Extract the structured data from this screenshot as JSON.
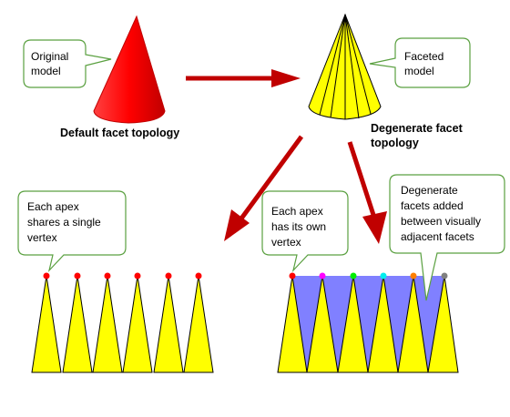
{
  "colors": {
    "red_cone": "#ff0000",
    "yellow": "#ffff00",
    "outline": "#000000",
    "arrow": "#c00000",
    "callout_border": "#5aa040",
    "degenerate_fill": "#8080ff",
    "vertex_dot_default": "#ff0000",
    "vertex_dots_degenerate": [
      "#ff0000",
      "#ff00ff",
      "#00ee00",
      "#00eeee",
      "#ff8000",
      "#808080"
    ]
  },
  "labels": {
    "default_topology": "Default facet topology",
    "degenerate_topology_line1": "Degenerate facet",
    "degenerate_topology_line2": "topology"
  },
  "callouts": {
    "original_model": [
      "Original",
      "model"
    ],
    "faceted_model": [
      "Faceted",
      "model"
    ],
    "single_vertex": [
      "Each apex",
      "shares a single",
      "vertex"
    ],
    "own_vertex": [
      "Each apex",
      "has its own",
      "vertex"
    ],
    "degenerate_facets": [
      "Degenerate",
      "facets added",
      "between visually",
      "adjacent facets"
    ]
  },
  "strips": {
    "default_count": 6,
    "degenerate_count": 6
  }
}
